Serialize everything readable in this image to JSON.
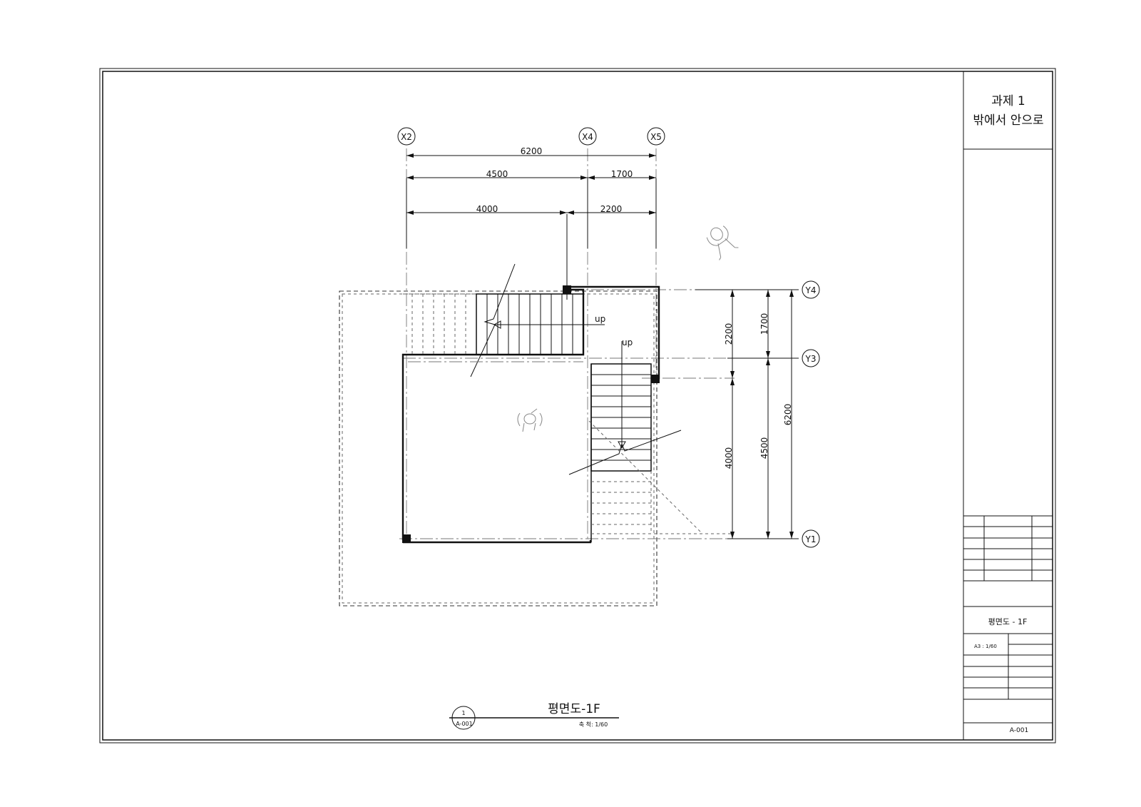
{
  "title_block": {
    "project_title": "과제 1",
    "project_subtitle": "밖에서 안으로",
    "drawing_name": "평면도 - 1F",
    "scale_note": "A3 : 1/60",
    "sheet_number": "A-001"
  },
  "drawing": {
    "title": "평면도-1F",
    "scale": "축 척: 1/60",
    "callout_number": "1",
    "callout_sheet": "A-001"
  },
  "grid_labels": {
    "x2": "X2",
    "x4": "X4",
    "x5": "X5",
    "y4": "Y4",
    "y3": "Y3",
    "y1": "Y1"
  },
  "dimensions": {
    "top_overall": "6200",
    "top_x2_x4": "4500",
    "top_x4_x5": "1700",
    "top_seg_a": "4000",
    "top_seg_b": "2200",
    "right_inner_top": "2200",
    "right_inner_bottom": "4000",
    "right_mid_top": "1700",
    "right_mid_bottom": "4500",
    "right_overall": "6200"
  },
  "annotations": {
    "stair_upper": "up",
    "stair_right": "up"
  },
  "icons": {
    "person_outside": "person-topview-icon",
    "person_inside": "person-topview-icon",
    "section_callout": "section-callout-icon"
  }
}
